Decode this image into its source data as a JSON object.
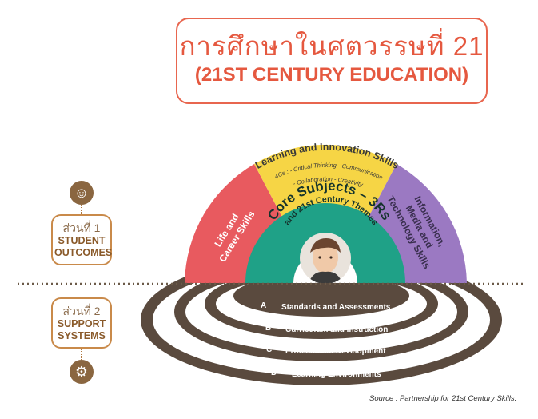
{
  "title": {
    "thai": "การศึกษาในศตวรรษที่ 21",
    "english": "(21ST CENTURY EDUCATION)"
  },
  "outcomes": {
    "part": "ส่วนที่ 1",
    "line1": "STUDENT",
    "line2": "OUTCOMES",
    "icon": "student-graduate-icon"
  },
  "support": {
    "part": "ส่วนที่ 2",
    "line1": "SUPPORT",
    "line2": "SYSTEMS",
    "icon": "gear-icon"
  },
  "arcs": {
    "life_line1": "Life and",
    "life_line2": "Career Skills",
    "learning_title": "Learning and Innovation Skills",
    "learning_sub1": "4Cs : - Critical Thinking - Communication",
    "learning_sub2": "- Collaboration - Creativity",
    "info_line1": "Information,",
    "info_line2": "Media and",
    "info_line3": "Technology Skills",
    "core_title": "Core Subjects – 3Rs",
    "core_sub": "and 21st Century Themes"
  },
  "rings": [
    {
      "letter": "A",
      "label": "Standards and Assessments"
    },
    {
      "letter": "B",
      "label": "Curriculum and Instruction"
    },
    {
      "letter": "C",
      "label": "Professional Development"
    },
    {
      "letter": "D",
      "label": "Learning Environments"
    }
  ],
  "source": "Source : Partnership for 21st Century Skills.",
  "colors": {
    "life": "#e85a5f",
    "learning": "#f6d545",
    "info": "#9b79c2",
    "core": "#1fa187",
    "ring": "#5a4a3e",
    "title": "#e5583f"
  }
}
